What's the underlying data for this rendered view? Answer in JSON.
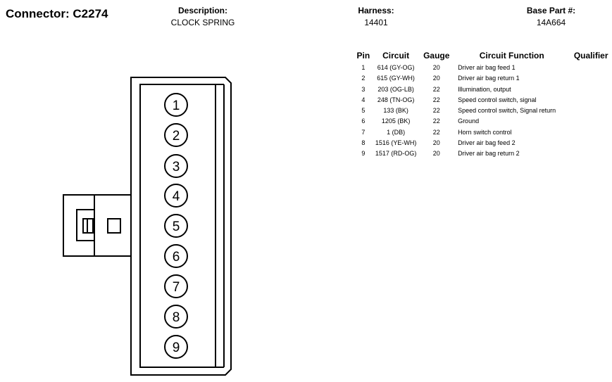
{
  "connector": {
    "title": "Connector: C2274"
  },
  "description": {
    "label": "Description:",
    "value": "CLOCK SPRING"
  },
  "harness": {
    "label": "Harness:",
    "value": "14401"
  },
  "base_part": {
    "label": "Base Part #:",
    "value": "14A664"
  },
  "table": {
    "headers": [
      "Pin",
      "Circuit",
      "Gauge",
      "Circuit Function",
      "Qualifier"
    ],
    "rows": [
      {
        "pin": "1",
        "circuit": "614 (GY-OG)",
        "gauge": "20",
        "function": "Driver air bag feed 1",
        "qualifier": ""
      },
      {
        "pin": "2",
        "circuit": "615 (GY-WH)",
        "gauge": "20",
        "function": "Driver air bag return 1",
        "qualifier": ""
      },
      {
        "pin": "3",
        "circuit": "203 (OG-LB)",
        "gauge": "22",
        "function": "Illumination, output",
        "qualifier": ""
      },
      {
        "pin": "4",
        "circuit": "248 (TN-OG)",
        "gauge": "22",
        "function": "Speed control switch, signal",
        "qualifier": ""
      },
      {
        "pin": "5",
        "circuit": "133 (BK)",
        "gauge": "22",
        "function": "Speed control switch, Signal return",
        "qualifier": ""
      },
      {
        "pin": "6",
        "circuit": "1205 (BK)",
        "gauge": "22",
        "function": "Ground",
        "qualifier": ""
      },
      {
        "pin": "7",
        "circuit": "1 (DB)",
        "gauge": "22",
        "function": "Horn switch control",
        "qualifier": ""
      },
      {
        "pin": "8",
        "circuit": "1516 (YE-WH)",
        "gauge": "20",
        "function": "Driver air bag feed 2",
        "qualifier": ""
      },
      {
        "pin": "9",
        "circuit": "1517 (RD-OG)",
        "gauge": "20",
        "function": "Driver air bag return 2",
        "qualifier": ""
      }
    ]
  },
  "diagram": {
    "pin_labels": [
      "1",
      "2",
      "3",
      "4",
      "5",
      "6",
      "7",
      "8",
      "9"
    ]
  }
}
